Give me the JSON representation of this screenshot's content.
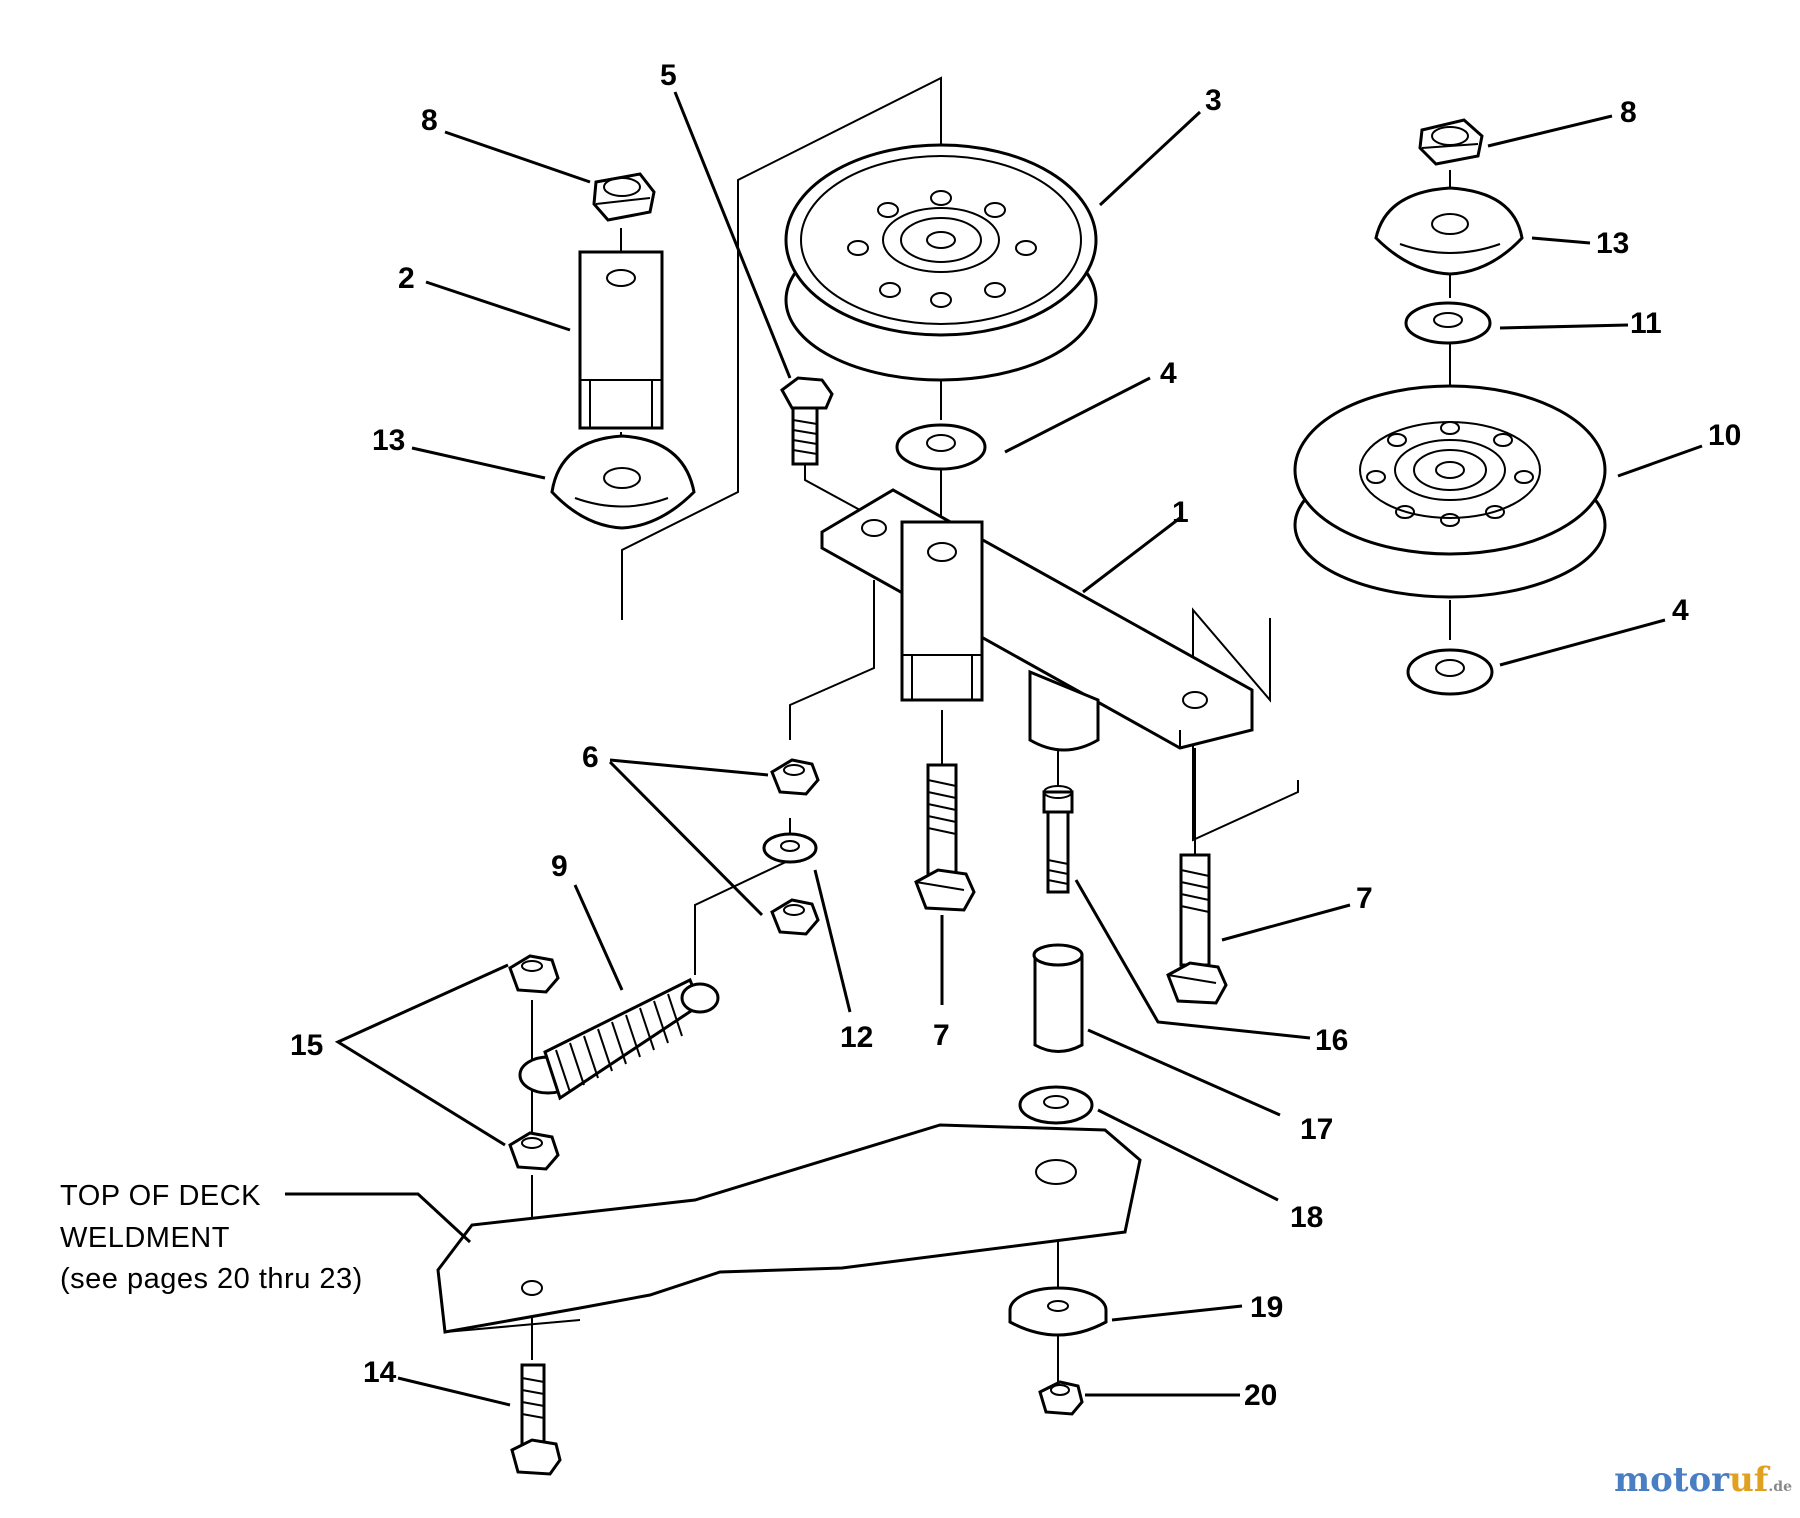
{
  "callouts": {
    "c1": "1",
    "c2": "2",
    "c3": "3",
    "c4a": "4",
    "c4b": "4",
    "c5": "5",
    "c6": "6",
    "c7a": "7",
    "c7b": "7",
    "c8a": "8",
    "c8b": "8",
    "c9": "9",
    "c10": "10",
    "c11": "11",
    "c12": "12",
    "c13a": "13",
    "c13b": "13",
    "c14": "14",
    "c15": "15",
    "c16": "16",
    "c17": "17",
    "c18": "18",
    "c19": "19",
    "c20": "20"
  },
  "note": {
    "line1": "TOP OF DECK",
    "line2": "WELDMENT",
    "line3": "(see pages 20 thru 23)"
  },
  "watermark": {
    "brand_a": "motor",
    "brand_b": "uf",
    "tld": ".de"
  }
}
